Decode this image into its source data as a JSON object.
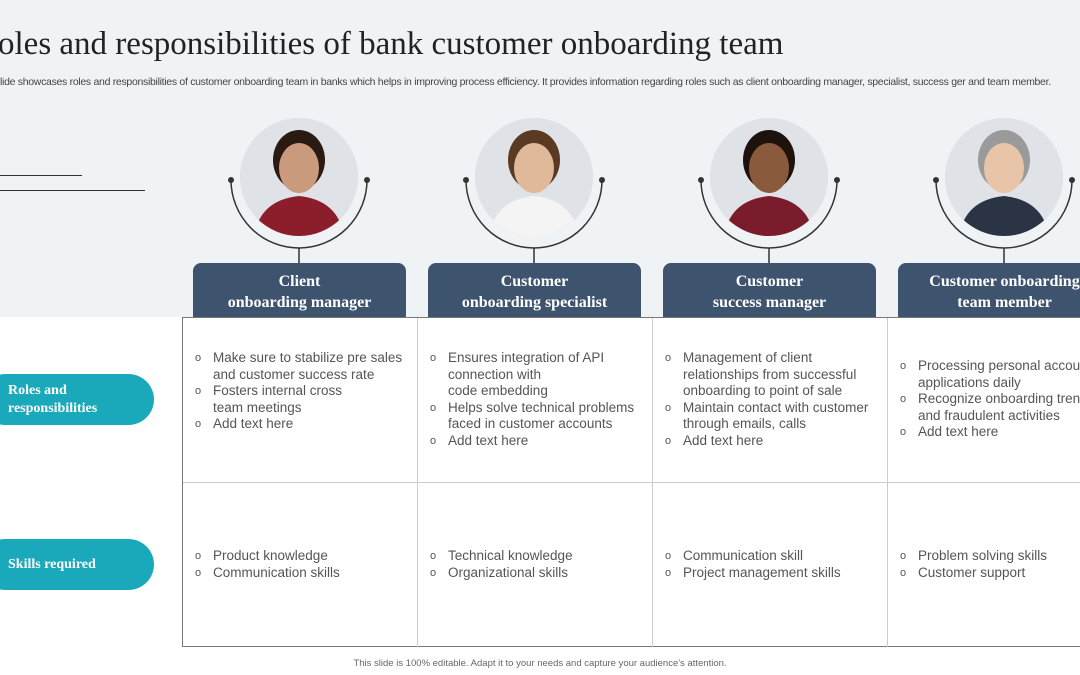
{
  "title": "oles and responsibilities of bank customer onboarding team",
  "subtitle": "lide showcases roles and responsibilities of customer onboarding team in banks which helps in improving process efficiency. It provides information regarding roles such as client onboarding manager, specialist, success ger and team member.",
  "rows": [
    {
      "label": "Roles and responsibilities"
    },
    {
      "label": "Skills required"
    }
  ],
  "columns": [
    {
      "header_line1": "Client",
      "header_line2": "onboarding manager",
      "roles": [
        "Make sure to stabilize pre sales",
        "and customer success rate",
        "Fosters internal cross",
        "team meetings",
        "Add text here"
      ],
      "skills": [
        "Product knowledge",
        "Communication skills"
      ]
    },
    {
      "header_line1": "Customer",
      "header_line2": "onboarding specialist",
      "roles": [
        "Ensures integration of API",
        "connection with",
        "code embedding",
        "Helps solve technical problems",
        "faced in customer accounts",
        "Add text here"
      ],
      "skills": [
        "Technical knowledge",
        "Organizational skills"
      ]
    },
    {
      "header_line1": "Customer",
      "header_line2": "success manager",
      "roles": [
        "Management of client",
        "relationships from successful",
        "onboarding to point of sale",
        "Maintain contact with customer",
        "through emails, calls",
        "Add text here"
      ],
      "skills": [
        "Communication skill",
        "Project management skills"
      ]
    },
    {
      "header_line1": "Customer onboarding",
      "header_line2": "team member",
      "roles": [
        "Processing personal accou",
        "applications daily",
        "Recognize onboarding tren",
        "and fraudulent activities",
        "Add text here"
      ],
      "skills": [
        "Problem solving skills",
        "Customer support"
      ]
    }
  ],
  "footer": "This slide is 100% editable. Adapt it to your needs and capture your audience's attention.",
  "colors": {
    "header": "#3e536e",
    "pill": "#1aa9ba",
    "background": "#f0f3f6"
  }
}
